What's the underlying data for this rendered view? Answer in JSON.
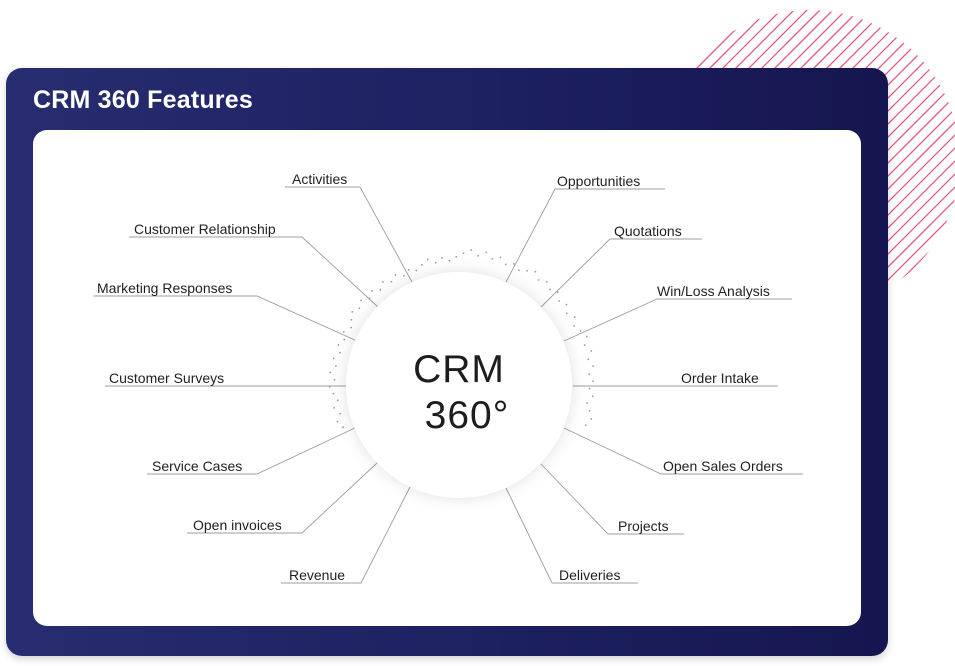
{
  "title": "CRM 360 Features",
  "hub": {
    "line1": "CRM",
    "line2": "360°"
  },
  "features": {
    "left": [
      "Activities",
      "Customer Relationship",
      "Marketing Responses",
      "Customer Surveys",
      "Service Cases",
      "Open invoices",
      "Revenue"
    ],
    "right": [
      "Opportunities",
      "Quotations",
      "Win/Loss Analysis",
      "Order Intake",
      "Open Sales Orders",
      "Projects",
      "Deliveries"
    ]
  },
  "colors": {
    "panel": "#1f2265",
    "stripes": "#e8557f",
    "dots": "#9a9a9a",
    "lines": "#9d9d9d"
  }
}
